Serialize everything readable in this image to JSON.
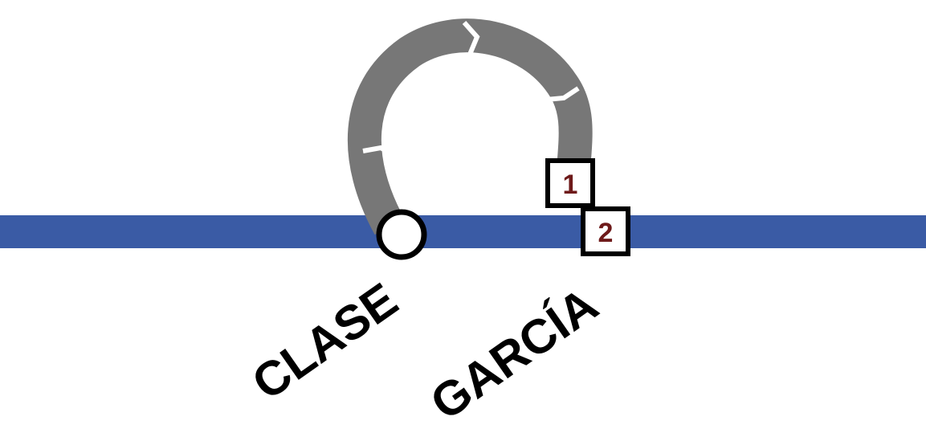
{
  "colors": {
    "main_line": "#3a5ba5",
    "loop_line": "#777777",
    "station_marker_fill": "#ffffff",
    "station_marker_stroke": "#000000",
    "platform_box_fill": "#ffffff",
    "platform_box_stroke": "#000000",
    "platform_number": "#6e1a1a",
    "label_text": "#000000"
  },
  "stations": {
    "clase": {
      "label": "CLASE"
    },
    "garcia": {
      "label": "GARCÍA"
    }
  },
  "platforms": {
    "first": {
      "number": "1"
    },
    "second": {
      "number": "2"
    }
  }
}
